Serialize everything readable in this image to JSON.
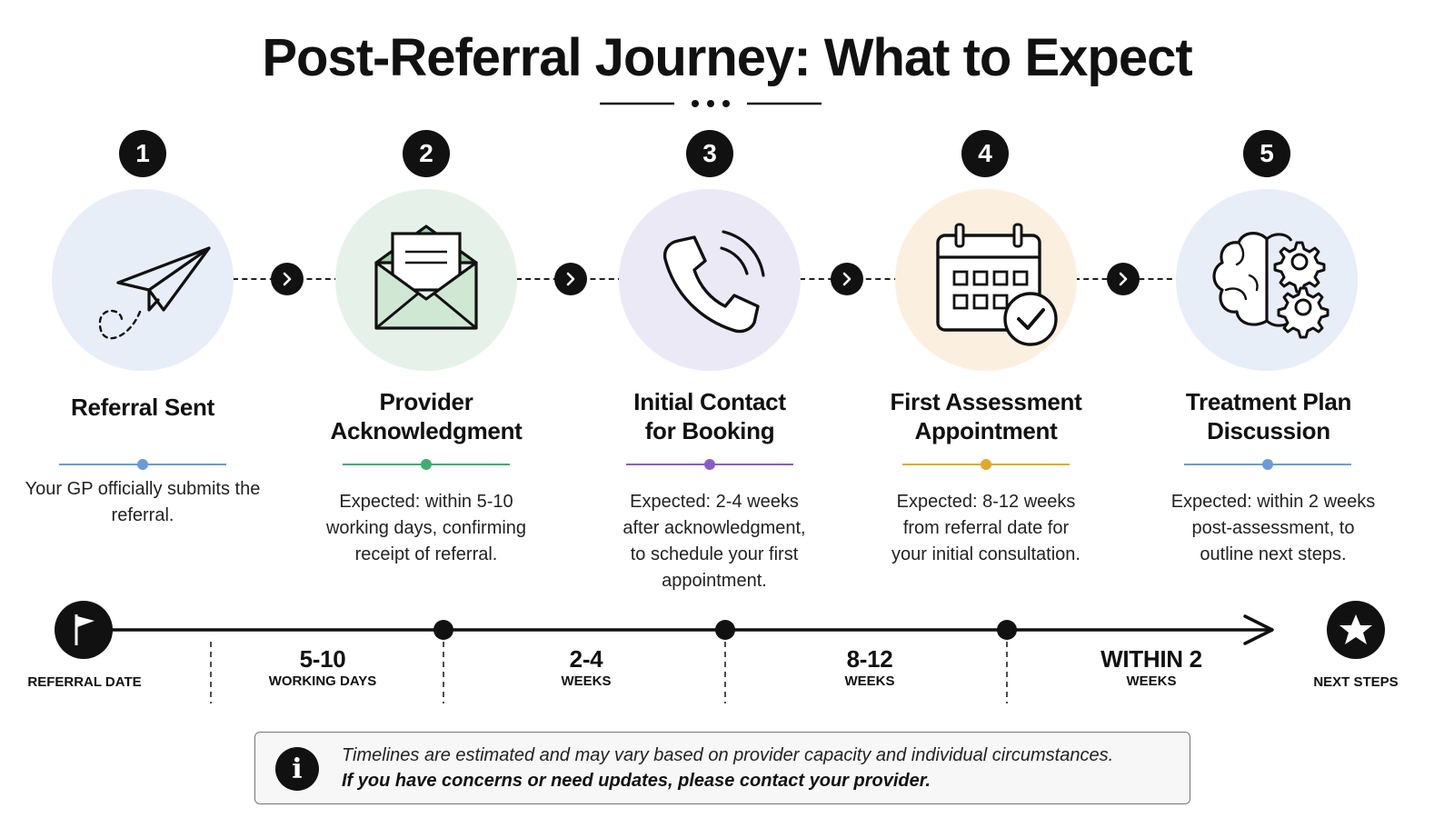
{
  "page": {
    "title": "Post-Referral Journey: What to Expect"
  },
  "steps": [
    {
      "number": "1",
      "title_line1": "Referral Sent",
      "title_line2": "",
      "description": "Your GP officially submits the referral.",
      "icon": "paper-plane-icon",
      "circle_color": "#e8eef8",
      "accent_color": "#6a9bd8"
    },
    {
      "number": "2",
      "title_line1": "Provider",
      "title_line2": "Acknowledgment",
      "description": "Expected: within 5-10 working days, confirming receipt of referral.",
      "icon": "envelope-icon",
      "circle_color": "#e6f2e9",
      "accent_color": "#3fae6f"
    },
    {
      "number": "3",
      "title_line1": "Initial Contact",
      "title_line2": "for Booking",
      "description": "Expected: 2-4 weeks after acknowledgment, to schedule your first appointment.",
      "icon": "phone-icon",
      "circle_color": "#ece9f6",
      "accent_color": "#8a5cc8"
    },
    {
      "number": "4",
      "title_line1": "First Assessment",
      "title_line2": "Appointment",
      "description": "Expected: 8-12 weeks from referral date for your initial consultation.",
      "icon": "calendar-check-icon",
      "circle_color": "#fbf0df",
      "accent_color": "#e0a928"
    },
    {
      "number": "5",
      "title_line1": "Treatment Plan",
      "title_line2": "Discussion",
      "description": "Expected: within 2 weeks post-assessment, to outline next steps.",
      "icon": "brain-gears-icon",
      "circle_color": "#e8eef8",
      "accent_color": "#6a9bd8"
    }
  ],
  "timeline": {
    "start_label": "REFERRAL DATE",
    "end_label": "NEXT STEPS",
    "start_icon": "flag-icon",
    "end_icon": "star-icon",
    "segments": [
      {
        "value": "5-10",
        "unit": "WORKING DAYS"
      },
      {
        "value": "2-4",
        "unit": "WEEKS"
      },
      {
        "value": "8-12",
        "unit": "WEEKS"
      },
      {
        "value": "WITHIN 2",
        "unit": "WEEKS"
      }
    ]
  },
  "notice": {
    "icon": "info-icon",
    "icon_glyph": "i",
    "line1": "Timelines are estimated and may vary based on provider capacity and individual circumstances.",
    "line2": "If you have concerns or need updates, please contact your provider."
  }
}
